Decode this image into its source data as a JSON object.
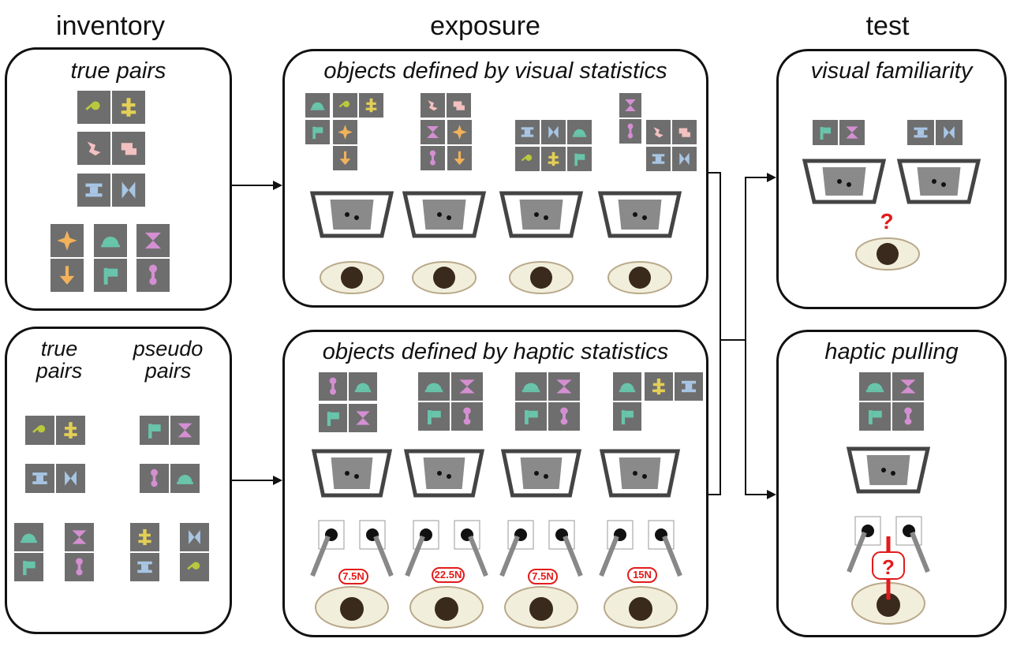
{
  "columns": {
    "inventory": "inventory",
    "exposure": "exposure",
    "test": "test"
  },
  "panels": {
    "inv_top": {
      "title": "true pairs"
    },
    "inv_bottom": {
      "true_label": "true\npairs",
      "pseudo_label": "pseudo\npairs"
    },
    "exp_top": {
      "title": "objects defined by visual statistics"
    },
    "exp_bottom": {
      "title": "objects defined by haptic statistics"
    },
    "test_top": {
      "title": "visual familiarity"
    },
    "test_bottom": {
      "title": "haptic pulling"
    }
  },
  "forces": [
    "7.5N",
    "22.5N",
    "7.5N",
    "15N"
  ],
  "question": "?",
  "shape_colors": {
    "yellow_green": "#b9c83e",
    "yellow": "#e3cf55",
    "pink": "#f3c1c0",
    "blue": "#a8c6e4",
    "orange": "#f2b25a",
    "teal": "#68c4aa",
    "purple": "#d48fd2"
  },
  "icons": [
    "lollipop-icon",
    "cross-icon",
    "swirl-icon",
    "zigzag-icon",
    "i-beam-icon",
    "bowtie-icon",
    "star-icon",
    "arrow-down-icon",
    "dome-icon",
    "flag-icon",
    "hourglass-icon",
    "dumbbell-icon",
    "monitor-icon",
    "person-icon",
    "handle-icon",
    "force-arrow-icon",
    "question-icon"
  ]
}
